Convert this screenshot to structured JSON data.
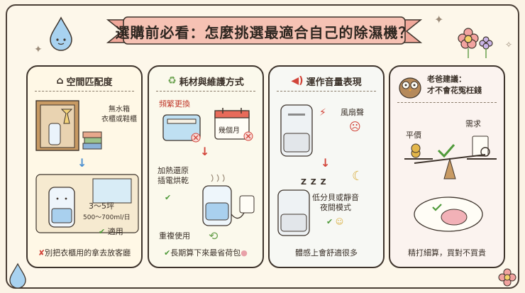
{
  "title": "選購前必看：怎麼挑選最適合自己的除濕機？",
  "cards": [
    {
      "icon": "house-icon",
      "heading": "空間匹配度",
      "storage_label": "無水箱\n衣櫃或鞋櫃",
      "size_label": "3～5坪",
      "capacity_label": "500～700ml/日",
      "fit_label": "適用",
      "footer": "別把衣櫃用的拿去放客廳"
    },
    {
      "icon": "recycle-icon",
      "heading": "耗材與維護方式",
      "frequent_label": "頻繁更換",
      "months_label": "幾個月",
      "heat_label": "加熱還原\n插電烘乾",
      "reuse_label": "重複使用",
      "footer": "長期算下來最省荷包"
    },
    {
      "icon": "speaker-icon",
      "heading": "運作音量表現",
      "fan_label": "風扇聲",
      "sleep_sound": "Z Z Z",
      "quiet_label": "低分貝或靜音\n夜間模式",
      "footer": "體感上會舒適很多"
    },
    {
      "icon": "owl-icon",
      "heading": "老爸建議：\n才不會花冤枉錢",
      "price_label": "平價",
      "need_label": "需求",
      "footer": "精打細算，買對不買貴"
    }
  ],
  "colors": {
    "background": "#fbf4e6",
    "banner": "#f4b8a8",
    "card1": "#e8b547",
    "card2": "#8fbf6a",
    "card3": "#7fa8d8",
    "card4": "#d59db6"
  }
}
